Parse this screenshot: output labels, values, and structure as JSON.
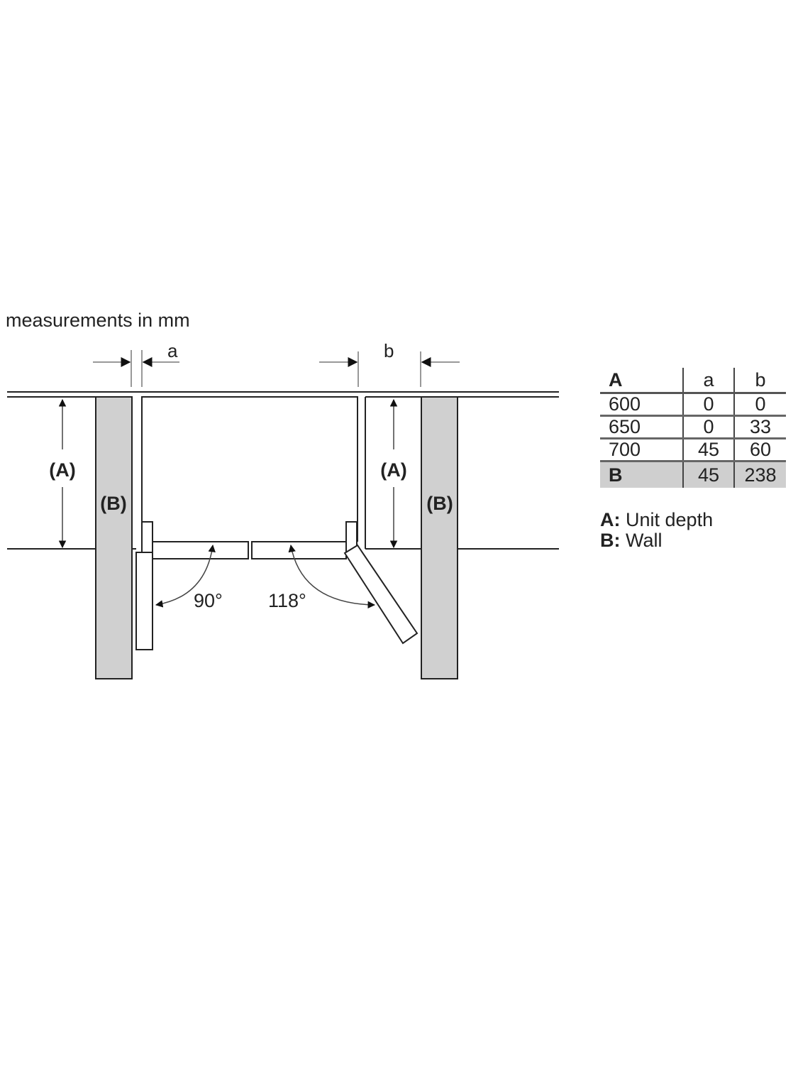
{
  "title": "measurements in mm",
  "diagram": {
    "gap_a_label": "a",
    "gap_b_label": "b",
    "depth_label": "(A)",
    "wall_label": "(B)",
    "left_angle": "90°",
    "right_angle": "118°"
  },
  "table": {
    "headers": [
      "A",
      "a",
      "b"
    ],
    "rows": [
      [
        "600",
        "0",
        "0"
      ],
      [
        "650",
        "0",
        "33"
      ],
      [
        "700",
        "45",
        "60"
      ],
      [
        "B",
        "45",
        "238"
      ]
    ]
  },
  "legend": [
    {
      "key": "A:",
      "text": " Unit depth"
    },
    {
      "key": "B:",
      "text": " Wall"
    }
  ],
  "colors": {
    "line": "#222222",
    "wall_fill": "#d0d0d0",
    "dim_line": "#999999"
  }
}
